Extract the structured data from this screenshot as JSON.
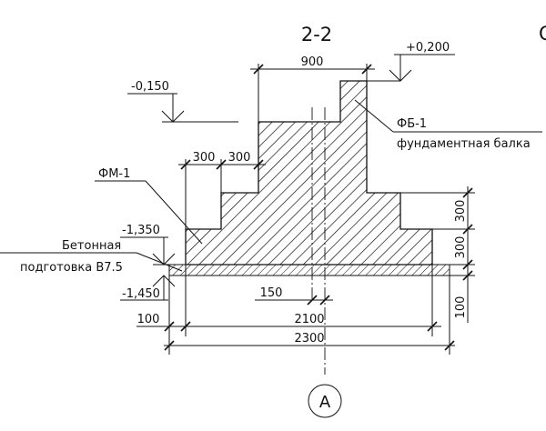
{
  "title": "2-2",
  "corner_letter": "С",
  "levels": {
    "top": "+0,200",
    "left": "-0,150",
    "foot_bottom": "-1,350",
    "prep_bottom": "-1,450"
  },
  "labels": {
    "beam_mark": "ФБ-1",
    "beam_name": "фундаментная балка",
    "foundation_mark": "ФМ-1",
    "prep_line1": "Бетонная",
    "prep_line2": "подготовка В7.5"
  },
  "dimensions": {
    "top_width": "900",
    "step_left_1": "300",
    "step_left_2": "300",
    "right_upper": "300",
    "right_lower": "300",
    "right_prep": "100",
    "offset": "150",
    "left_100": "100",
    "width_2100": "2100",
    "width_2300": "2300"
  },
  "axis_label": "А"
}
